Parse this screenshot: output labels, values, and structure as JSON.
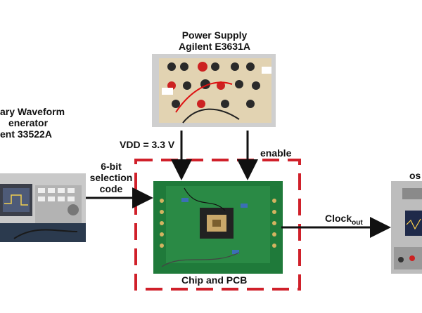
{
  "power_supply": {
    "title_line1": "Power Supply",
    "title_line2": "Agilent E3631A"
  },
  "waveform_generator": {
    "line1": "ary Waveform",
    "line2": "enerator",
    "line3": "ent 33522A"
  },
  "labels": {
    "vdd": "VDD = 3.3 V",
    "enable": "enable",
    "selection_line1": "6-bit",
    "selection_line2": "selection",
    "selection_line3": "code",
    "chip_pcb": "Chip and PCB",
    "clock_main": "Clock",
    "clock_sub": "out",
    "oscilloscope_partial": "os"
  },
  "colors": {
    "dashed_box": "#d0202a",
    "pcb_green": "#1f7a3a",
    "arrow": "#111111"
  }
}
